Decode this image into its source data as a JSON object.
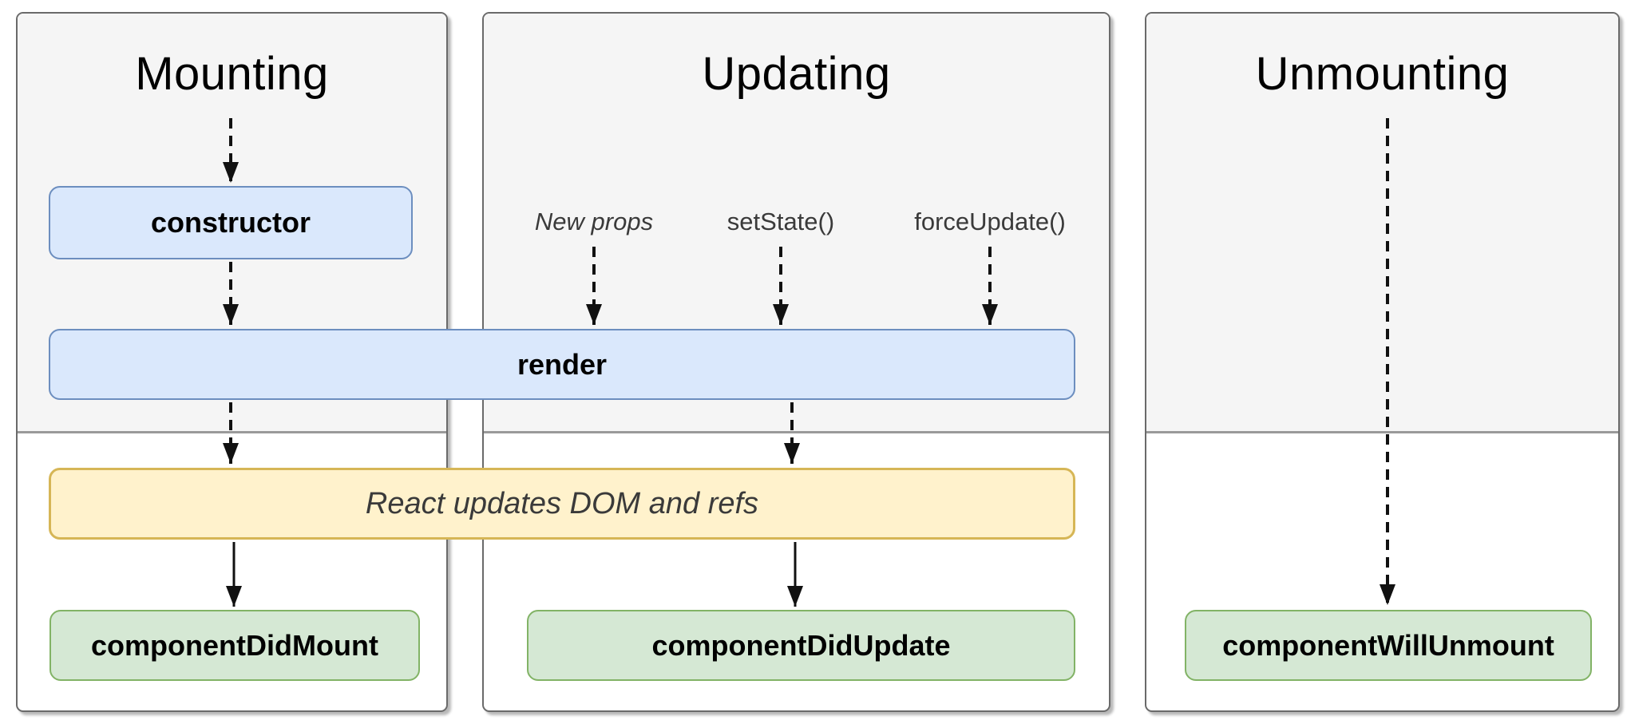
{
  "columns": [
    {
      "title": "Mounting"
    },
    {
      "title": "Updating",
      "inputs": [
        "New props",
        "setState()",
        "forceUpdate()"
      ]
    },
    {
      "title": "Unmounting"
    }
  ],
  "nodes": {
    "constructor": "constructor",
    "render": "render",
    "react_updates": "React updates DOM and refs",
    "component_did_mount": "componentDidMount",
    "component_did_update": "componentDidUpdate",
    "component_will_unmount": "componentWillUnmount"
  },
  "colors": {
    "background": "#ffffff",
    "phase_top_fill": "#f5f5f5",
    "column_stroke": "#6a6a6a",
    "divider": "#9a9a9a",
    "lifecycle_method_fill": "#dae8fc",
    "lifecycle_method_stroke": "#6c8ebf",
    "side_effect_fill": "#fff2cc",
    "side_effect_stroke": "#d6b656",
    "commit_method_fill": "#d5e8d4",
    "commit_method_stroke": "#82b366",
    "arrow": "#111111",
    "text": "#000000",
    "muted_text": "#3a3a3a"
  }
}
